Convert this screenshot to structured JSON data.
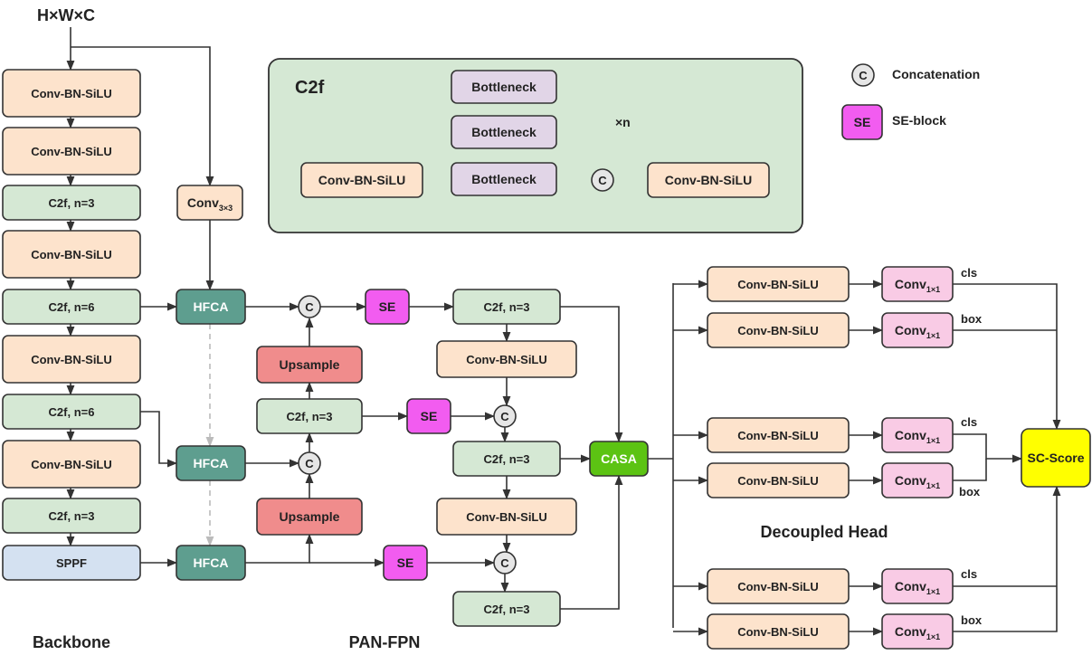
{
  "input_label": "H×W×C",
  "section_labels": {
    "backbone": "Backbone",
    "neck": "PAN-FPN",
    "head": "Decoupled Head"
  },
  "legend": {
    "concat_symbol": "C",
    "concat_label": "Concatenation",
    "se_symbol": "SE",
    "se_label": "SE-block"
  },
  "c2f_detail": {
    "title": "C2f",
    "conv_label": "Conv-BN-SiLU",
    "bottleneck_label": "Bottleneck",
    "repeat_label": "×n",
    "concat_symbol": "C"
  },
  "blocks": {
    "conv_bn_silu": "Conv-BN-SiLU",
    "c2f_n3": "C2f, n=3",
    "c2f_n6": "C2f, n=6",
    "sppf": "SPPF",
    "hfca": "HFCA",
    "se": "SE",
    "upsample": "Upsample",
    "casa": "CASA",
    "sc_score": "SC-Score",
    "concat": "C",
    "conv3_base": "Conv",
    "conv3_sub": "3×3",
    "conv1_base": "Conv",
    "conv1_sub": "1×1",
    "cls": "cls",
    "box": "box"
  },
  "colors": {
    "conv_fill": "#fde3cc",
    "c2f_fill": "#d5e8d4",
    "sppf_fill": "#d4e1f1",
    "hfca_fill": "#5e9e8f",
    "se_fill": "#f25cf0",
    "upsample_fill": "#f08c8c",
    "casa_fill": "#5cc313",
    "sc_fill": "#ffff00",
    "conv1_fill": "#f9cbe5",
    "bottleneck_fill": "#e1d5e7",
    "panel_fill": "#d5e8d4",
    "concat_fill": "#e6e6e6",
    "stroke": "#333333"
  }
}
